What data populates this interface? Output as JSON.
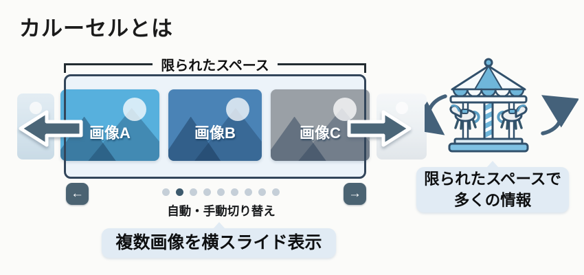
{
  "header": {
    "title": "カルーセルとは"
  },
  "limited_space_label": "限られたスペース",
  "carousel": {
    "slides": [
      {
        "label": "画像A"
      },
      {
        "label": "画像B"
      },
      {
        "label": "画像C"
      }
    ],
    "prev_button": "←",
    "next_button": "→",
    "dots": {
      "count": 9,
      "active_index": 1
    },
    "caption": "自動・手動切り替え"
  },
  "callouts": {
    "bottom": "複数画像を横スライド表示",
    "right": {
      "line1": "限られたスペースで",
      "line2": "多くの情報"
    }
  },
  "colors": {
    "accent_slate": "#4b6372",
    "outline_navy": "#32455a",
    "container_bg": "#ecf3f9",
    "bubble_bg": "#e1ebf4",
    "slide_a_bg": "#57b0dd",
    "slide_b_bg": "#4a83b6",
    "slide_c_bg": "#9aa0a6",
    "dot_active": "#3d5a6d",
    "dot_inactive": "#c5cfd8",
    "illustration_blue": "#6fb6da"
  }
}
